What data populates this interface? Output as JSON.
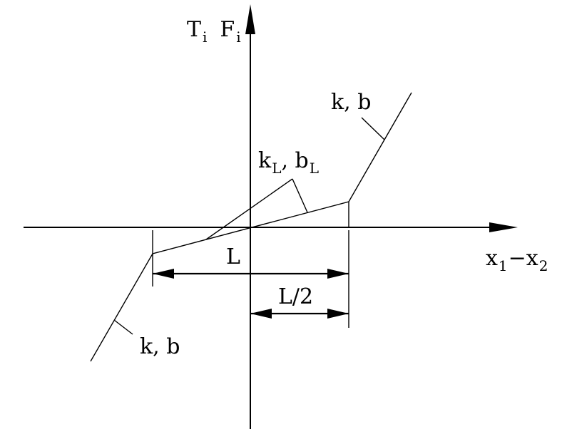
{
  "diagram": {
    "y_axis_label": {
      "t": "T",
      "t_sub": "i",
      "f": "F",
      "f_sub": "i"
    },
    "x_axis_label": {
      "a": "x",
      "a_sub": "1",
      "minus": "−",
      "b": "x",
      "b_sub": "2"
    },
    "outer_slope_upper": "k, b",
    "outer_slope_lower": "k, b",
    "inner_slope": {
      "k": "k",
      "k_sub": "L",
      "sep": ", ",
      "b": "b",
      "b_sub": "L"
    },
    "dim_full": "L",
    "dim_half": "L/2"
  }
}
